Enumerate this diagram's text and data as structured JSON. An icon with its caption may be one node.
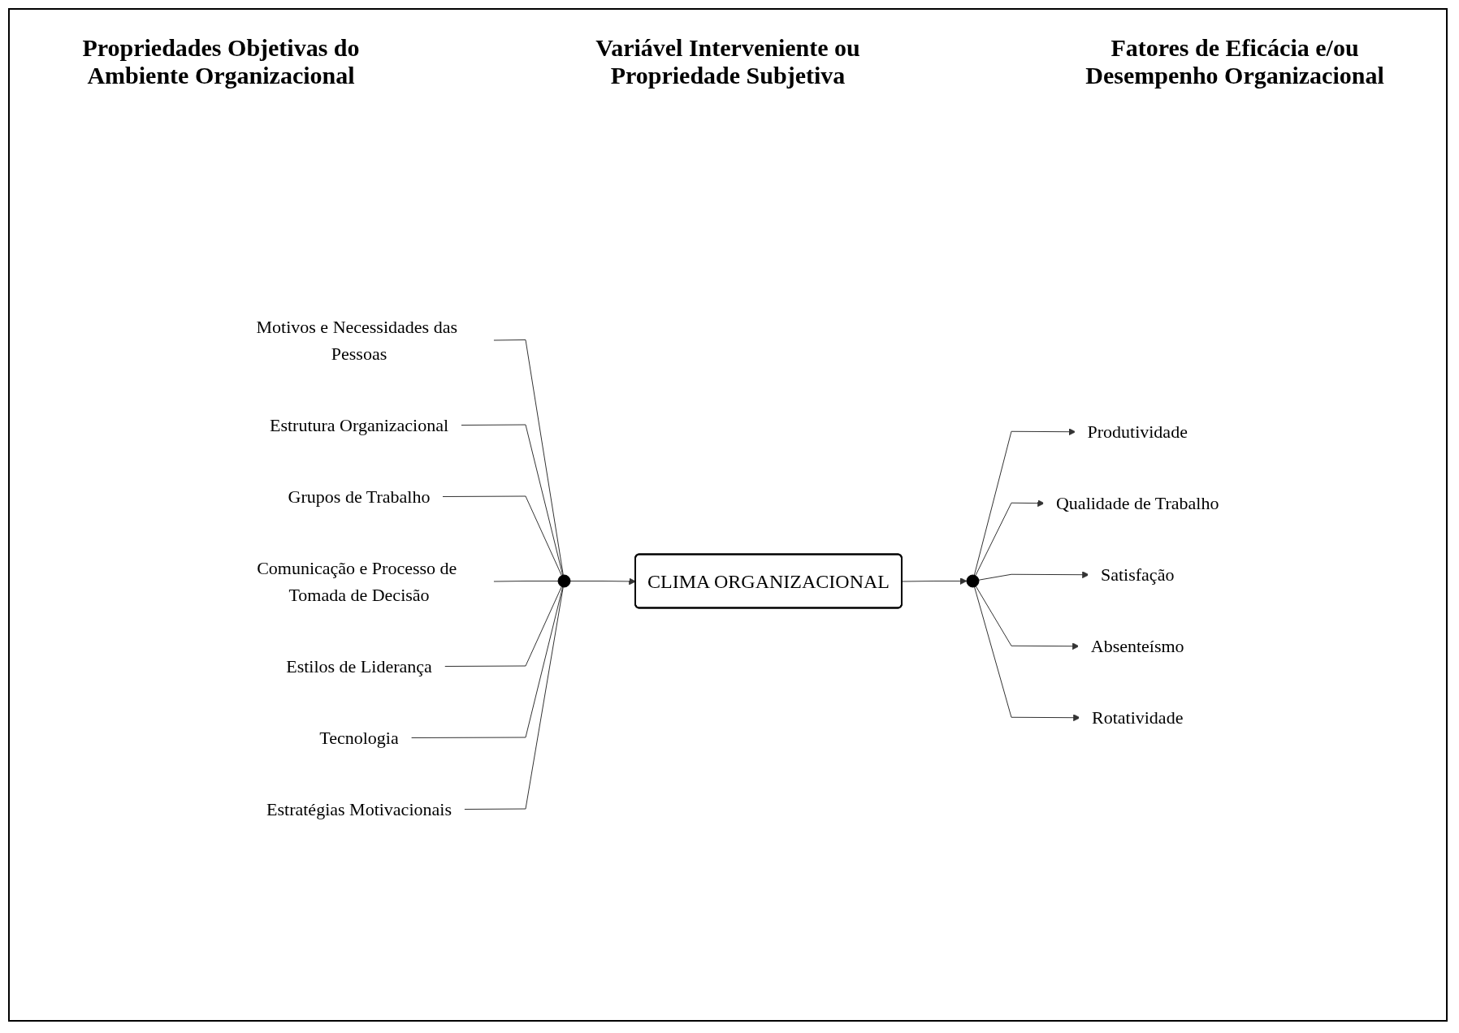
{
  "diagram": {
    "nodes": [
      {
        "text": [
          "Motivos e Necessidades das Pessoas"
        ]
      },
      {
        "text": [
          "Estrutura Organizacional"
        ]
      },
      {
        "text": [
          "Grupos de Trabalho"
        ]
      },
      {
        "text": [
          "Comunicação e Processo de Tomada de Decisão"
        ]
      },
      {
        "text": [
          "Estilos de Liderança"
        ]
      },
      {
        "text": [
          "Tecnologia"
        ]
      },
      {
        "text": [
          "Estratégias Motivacionais"
        ]
      },
      {
        "text": [],
        "shape": "circle"
      },
      {
        "text": [
          "CLIMA ORGANIZACIONAL"
        ]
      },
      {
        "text": [],
        "shape": "circle"
      },
      {
        "text": [
          "Produtividade"
        ]
      },
      {
        "text": [
          "Qualidade de Trabalho"
        ]
      },
      {
        "text": [
          "Satisfação"
        ]
      },
      {
        "text": [
          "Absenteísmo"
        ]
      },
      {
        "text": [
          "Rotatividade"
        ]
      }
    ],
    "edges": [
      {
        "from": 0,
        "to": 7,
        "arrow": "none"
      },
      {
        "from": 1,
        "to": 7,
        "arrow": "none"
      },
      {
        "from": 2,
        "to": 7,
        "arrow": "none"
      },
      {
        "from": 3,
        "to": 7,
        "arrow": "none"
      },
      {
        "from": 4,
        "to": 7,
        "arrow": "none"
      },
      {
        "from": 5,
        "to": 7,
        "arrow": "none"
      },
      {
        "from": 6,
        "to": 7,
        "arrow": "none"
      },
      {
        "from": 7,
        "to": 8,
        "arrow": "to"
      },
      {
        "from": 8,
        "to": 9,
        "arrow": "to"
      },
      {
        "from": 9,
        "to": 10,
        "arrow": "to"
      },
      {
        "from": 9,
        "to": 11,
        "arrow": "to"
      },
      {
        "from": 9,
        "to": 12,
        "arrow": "to"
      },
      {
        "from": 9,
        "to": 13,
        "arrow": "to"
      },
      {
        "from": 9,
        "to": 14,
        "arrow": "to"
      }
    ],
    "labels": [
      "Propriedades Objetivas do Ambiente Organizacional",
      "Variável Interveniente ou Propriedade Subjetiva",
      "Fatores de Eficácia e/ou Desempenho Organizacional"
    ]
  }
}
